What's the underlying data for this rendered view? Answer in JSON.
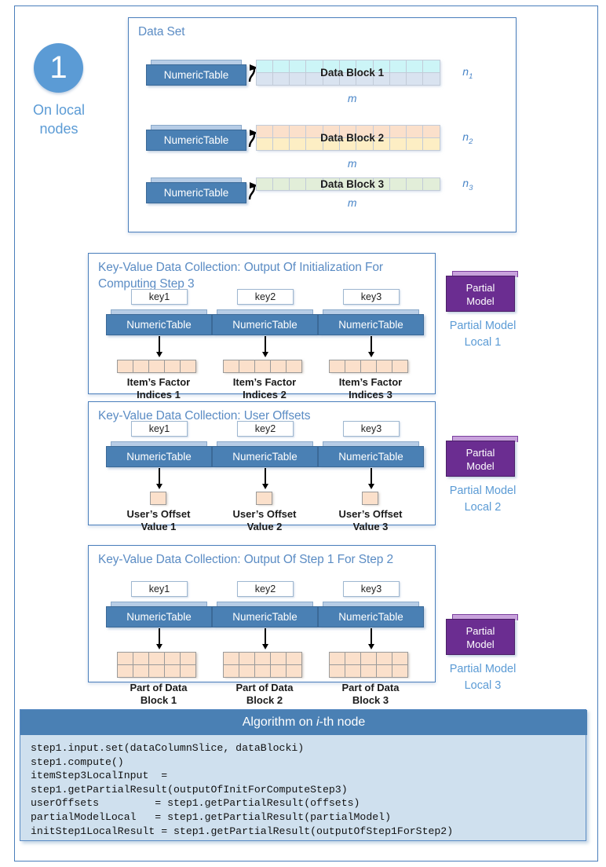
{
  "step": {
    "number": "1",
    "label": "On local\nnodes"
  },
  "dataset": {
    "title": "Data Set",
    "rows": [
      {
        "table_label": "NumericTable",
        "block_label": "Data Block 1",
        "n_label": "n",
        "n_sub": "1",
        "m_label": "m",
        "cols": 11,
        "row_colors": [
          "#ccf5f7",
          "#d9e3f0"
        ]
      },
      {
        "table_label": "NumericTable",
        "block_label": "Data Block 2",
        "n_label": "n",
        "n_sub": "2",
        "m_label": "m",
        "cols": 11,
        "row_colors": [
          "#fbe0cb",
          "#fdeec4"
        ]
      },
      {
        "table_label": "NumericTable",
        "block_label": "Data Block 3",
        "n_label": "n",
        "n_sub": "3",
        "m_label": "m",
        "cols": 11,
        "row_colors": [
          "#e2eed9"
        ]
      }
    ]
  },
  "collections": [
    {
      "title": "Key-Value Data Collection: Output Of Initialization For Computing Step 3",
      "columns": [
        {
          "key": "key1",
          "table_label": "NumericTable",
          "caption": "Item’s Factor\nIndices 1",
          "grid_rows": 1,
          "grid_cols": 5
        },
        {
          "key": "key2",
          "table_label": "NumericTable",
          "caption": "Item’s Factor\nIndices 2",
          "grid_rows": 1,
          "grid_cols": 5
        },
        {
          "key": "key3",
          "table_label": "NumericTable",
          "caption": "Item’s Factor\nIndices 3",
          "grid_rows": 1,
          "grid_cols": 5
        }
      ],
      "partial_model": {
        "label": "Partial\nModel",
        "caption": "Partial Model\nLocal 1"
      }
    },
    {
      "title": "Key-Value Data Collection: User Offsets",
      "columns": [
        {
          "key": "key1",
          "table_label": "NumericTable",
          "caption": "User’s Offset\nValue 1",
          "grid_rows": 1,
          "grid_cols": 1
        },
        {
          "key": "key2",
          "table_label": "NumericTable",
          "caption": "User’s Offset\nValue 2",
          "grid_rows": 1,
          "grid_cols": 1
        },
        {
          "key": "key3",
          "table_label": "NumericTable",
          "caption": "User’s Offset\nValue 3",
          "grid_rows": 1,
          "grid_cols": 1
        }
      ],
      "partial_model": {
        "label": "Partial\nModel",
        "caption": "Partial Model\nLocal 2"
      }
    },
    {
      "title": "Key-Value Data Collection: Output Of Step 1 For Step 2",
      "columns": [
        {
          "key": "key1",
          "table_label": "NumericTable",
          "caption": "Part of Data\nBlock 1",
          "grid_rows": 2,
          "grid_cols": 5
        },
        {
          "key": "key2",
          "table_label": "NumericTable",
          "caption": "Part of Data\nBlock 2",
          "grid_rows": 2,
          "grid_cols": 5
        },
        {
          "key": "key3",
          "table_label": "NumericTable",
          "caption": "Part of Data\nBlock 3",
          "grid_rows": 2,
          "grid_cols": 5
        }
      ],
      "partial_model": {
        "label": "Partial\nModel",
        "caption": "Partial Model\nLocal 3"
      }
    }
  ],
  "algorithm": {
    "header_prefix": "Algorithm on ",
    "header_italic": "i",
    "header_suffix": "-th node",
    "code": "step1.input.set(dataColumnSlice, dataBlocki)\nstep1.compute()\nitemStep3LocalInput  =\nstep1.getPartialResult(outputOfInitForComputeStep3)\nuserOffsets         = step1.getPartialResult(offsets)\npartialModelLocal   = step1.getPartialResult(partialModel)\ninitStep1LocalResult = step1.getPartialResult(outputOfStep1ForStep2)"
  },
  "colors": {
    "frame_blue": "#4a7ebb",
    "accent_blue": "#5b9bd5",
    "table_blue": "#4a80b4",
    "purple": "#6b2d91",
    "cell_peach": "#fbe0cb"
  }
}
